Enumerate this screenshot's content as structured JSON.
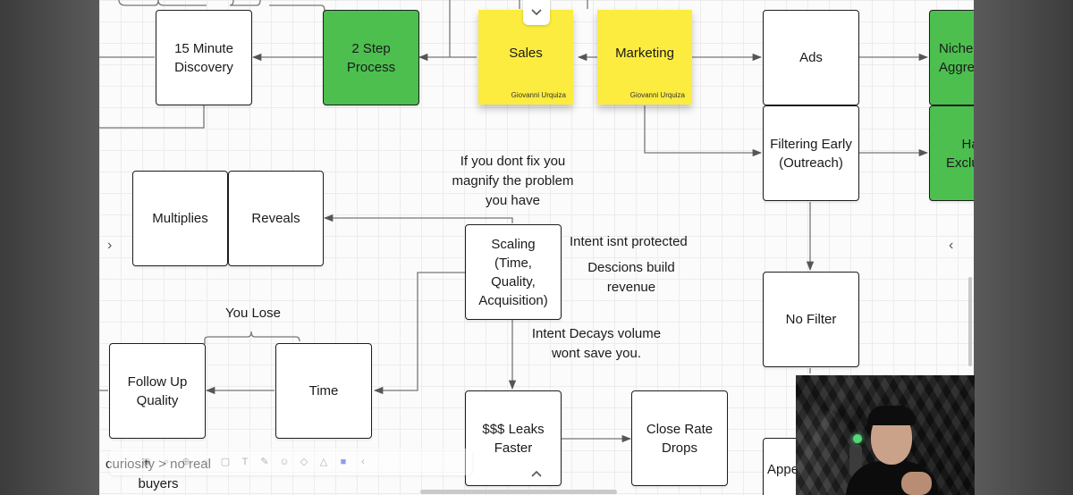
{
  "board": {
    "nodes": {
      "discovery": "15 Minute\nDiscovery",
      "two_step": "2 Step\nProcess",
      "ads": "Ads",
      "niche": "Niche\nAggre",
      "filtering": "Filtering Early\n(Outreach)",
      "exclu": "Ha\nExclu",
      "multiplies": "Multiplies",
      "reveals": "Reveals",
      "scaling": "Scaling\n(Time,\nQuality,\nAcquisition)",
      "no_filter": "No Filter",
      "follow_up": "Follow Up\nQuality",
      "time": "Time",
      "leaks": "$$$ Leaks\nFaster",
      "close_rate": "Close Rate\nDrops",
      "appe": "Appe"
    },
    "stickies": {
      "sales": {
        "label": "Sales",
        "author": "Giovanni Urquiza"
      },
      "marketing": {
        "label": "Marketing",
        "author": "Giovanni Urquiza"
      }
    },
    "notes": {
      "fix": "If you dont fix you\nmagnify the problem\nyou have",
      "intent_protected": "Intent isnt protected",
      "decisions": "Descions build\nrevenue",
      "you_lose": "You Lose",
      "intent_decays": "Intent Decays volume\nwont save you.",
      "curiosity": "curiosity > no real\nbuyers"
    }
  },
  "colors": {
    "sticky": "#fcec3f",
    "green_node": "#4cbf4f",
    "border": "#1d1d1d"
  },
  "icons": {
    "nav_left": "chevron-right-icon",
    "nav_right": "chevron-left-icon",
    "top": "chevron-down-icon",
    "bottom": "chevron-up-icon"
  }
}
